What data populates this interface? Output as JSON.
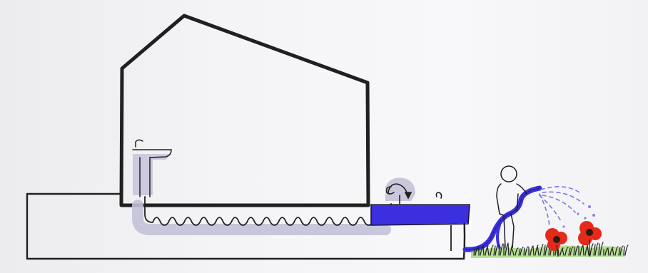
{
  "title": "",
  "colors": {
    "paper": "#f3f3f5",
    "ink": "#202020",
    "greywater": "#3b2fe0",
    "pipe_shadow": "#b9b7cf",
    "flower_red": "#e42a1a",
    "flower_center": "#2a1a10",
    "grass_green": "#7cc63a",
    "water_spray": "#7a78e6"
  },
  "elements": [
    {
      "name": "house",
      "icon": "house-outline-icon"
    },
    {
      "name": "bathroom-sink",
      "icon": "sink-icon"
    },
    {
      "name": "drain-pipe",
      "icon": "coiled-pipe-icon"
    },
    {
      "name": "greywater-tank",
      "icon": "water-tank-icon"
    },
    {
      "name": "tap",
      "icon": "faucet-icon"
    },
    {
      "name": "garden-hose",
      "icon": "hose-icon"
    },
    {
      "name": "person-watering",
      "icon": "person-icon"
    },
    {
      "name": "flowers",
      "icon": "flower-icon"
    },
    {
      "name": "grass",
      "icon": "grass-icon"
    }
  ]
}
